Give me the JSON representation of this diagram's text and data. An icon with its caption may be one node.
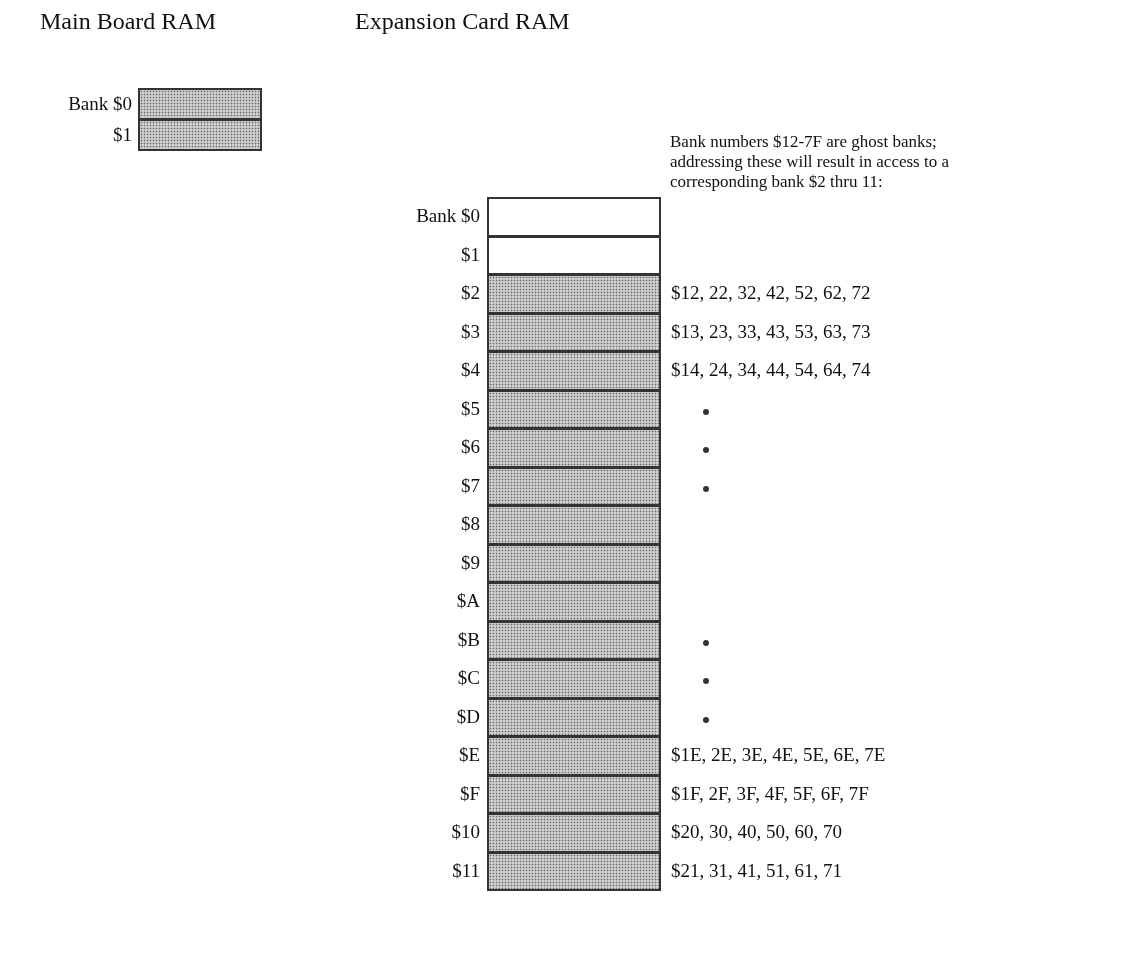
{
  "diagram": {
    "nodes": [
      {
        "text": [
          "Main Board RAM"
        ]
      },
      {
        "text": [
          "Bank $0"
        ],
        "in": 0
      },
      {
        "text": [
          "$1"
        ],
        "in": 0
      },
      {
        "text": [
          "Expansion Card RAM"
        ]
      },
      {
        "text": [
          "Bank $0"
        ],
        "in": 3
      },
      {
        "text": [
          "$1"
        ],
        "in": 3
      },
      {
        "text": [
          "$2"
        ],
        "in": 3,
        "beside": [
          "$12, 22, 32, 42, 52, 62, 72"
        ]
      },
      {
        "text": [
          "$3"
        ],
        "in": 3,
        "beside": [
          "$13, 23, 33, 43, 53, 63, 73"
        ]
      },
      {
        "text": [
          "$4"
        ],
        "in": 3,
        "beside": [
          "$14, 24, 34, 44, 54, 64, 74"
        ]
      },
      {
        "text": [
          "$5"
        ],
        "in": 3
      },
      {
        "text": [
          "$6"
        ],
        "in": 3
      },
      {
        "text": [
          "$7"
        ],
        "in": 3
      },
      {
        "text": [
          "$8"
        ],
        "in": 3
      },
      {
        "text": [
          "$9"
        ],
        "in": 3
      },
      {
        "text": [
          "$A"
        ],
        "in": 3
      },
      {
        "text": [
          "$B"
        ],
        "in": 3
      },
      {
        "text": [
          "$C"
        ],
        "in": 3
      },
      {
        "text": [
          "$D"
        ],
        "in": 3
      },
      {
        "text": [
          "$E"
        ],
        "in": 3,
        "beside": [
          "$1E, 2E, 3E, 4E, 5E, 6E, 7E"
        ]
      },
      {
        "text": [
          "$F"
        ],
        "in": 3,
        "beside": [
          "$1F, 2F, 3F, 4F, 5F, 6F, 7F"
        ]
      },
      {
        "text": [
          "$10"
        ],
        "in": 3,
        "beside": [
          "$20, 30, 40, 50, 60, 70"
        ]
      },
      {
        "text": [
          "$11"
        ],
        "in": 3,
        "beside": [
          "$21, 31, 41, 51, 61, 71"
        ]
      }
    ],
    "labels": [
      "Bank numbers $12-7F are ghost banks; addressing these will result in access to a corresponding bank $2 thru 11:"
    ]
  }
}
